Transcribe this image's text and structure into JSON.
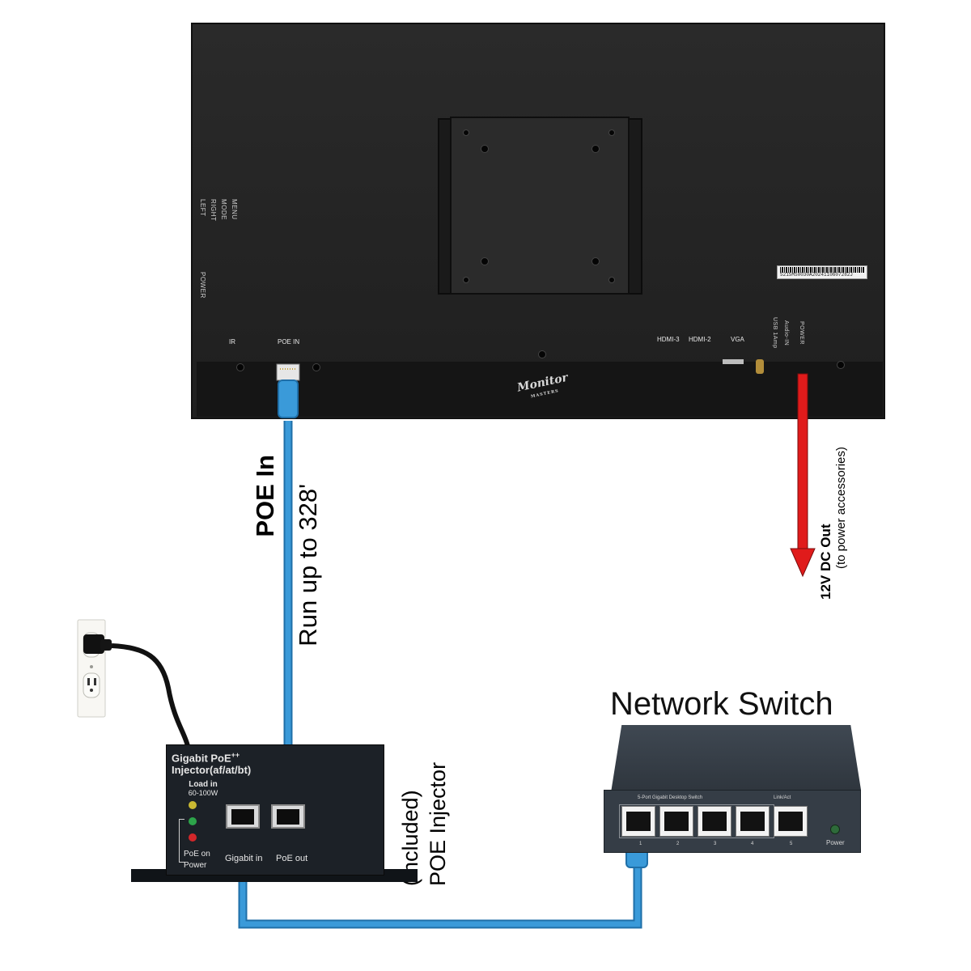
{
  "monitor": {
    "port_labels": {
      "ir": "IR",
      "poe_in": "POE IN",
      "hdmi3": "HDMI-3",
      "hdmi2": "HDMI-2",
      "vga": "VGA",
      "usb": "USB 1Amp",
      "audio_in": "Audio-IN",
      "power": "POWER"
    },
    "side_buttons": [
      "LEFT",
      "RIGHT",
      "MODE",
      "MENU",
      "POWER"
    ],
    "serial_number": "5215MS0030A2024110607282J",
    "logo": {
      "main": "Monitor",
      "sub": "MASTERS"
    }
  },
  "labels": {
    "poe_in": "POE In",
    "run_length": "Run up to 328'",
    "dc_out_title": "12V DC Out",
    "dc_out_note": "(to power accessories)",
    "injector_line1": "POE Injector",
    "injector_line2": "(included)",
    "switch_title": "Network Switch"
  },
  "injector": {
    "title_line1": "Gigabit PoE",
    "title_sup": "++",
    "title_line2": "Injector(af/at/bt)",
    "load_label": "Load in",
    "load_value": "60-100W",
    "poe_on": "PoE on",
    "power": "Power",
    "port_in_label": "Gigabit in",
    "port_out_label": "PoE out"
  },
  "switch": {
    "model_text": "5-Port Gigabit Desktop Switch",
    "link_label": "Link/Act",
    "port_numbers": [
      "1",
      "2",
      "3",
      "4",
      "5"
    ],
    "power_label": "Power"
  },
  "colors": {
    "cable": "#3a9ad9",
    "arrow": "#e01b1b",
    "monitor": "#222222",
    "injector": "#1c2127",
    "switch": "#353d46"
  },
  "icons": {
    "wall_outlet": "wall-outlet-icon",
    "power_plug": "power-plug-icon",
    "rj45": "rj45-connector-icon",
    "down_arrow": "down-arrow-icon"
  }
}
